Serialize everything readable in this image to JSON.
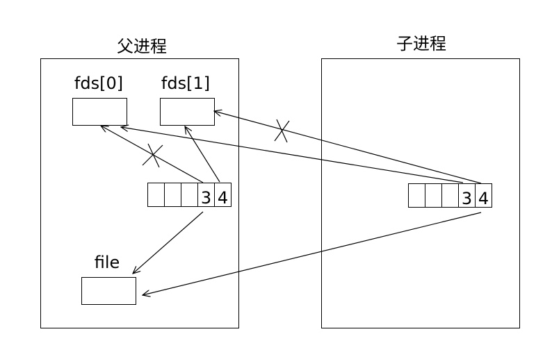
{
  "parent": {
    "title": "父进程",
    "fds0_label": "fds[0]",
    "fds1_label": "fds[1]",
    "file_label": "file",
    "fd_cells": [
      "",
      "",
      "",
      "3",
      "4"
    ]
  },
  "child": {
    "title": "子进程",
    "fd_cells": [
      "",
      "",
      "",
      "3",
      "4"
    ]
  },
  "edges": [
    {
      "name": "edge-parent-3-to-fds0",
      "from": "parent-fd-3",
      "to": "parent-fds0",
      "closed": true
    },
    {
      "name": "edge-parent-4-to-fds1",
      "from": "parent-fd-4",
      "to": "parent-fds1",
      "closed": false
    },
    {
      "name": "edge-parent-to-file",
      "from": "parent-fd-table",
      "to": "file",
      "closed": false
    },
    {
      "name": "edge-child-3-to-fds0",
      "from": "child-fd-3",
      "to": "parent-fds0",
      "closed": false
    },
    {
      "name": "edge-child-4-to-fds1",
      "from": "child-fd-4",
      "to": "parent-fds1",
      "closed": true
    },
    {
      "name": "edge-child-to-file",
      "from": "child-fd-table",
      "to": "file",
      "closed": false
    }
  ]
}
